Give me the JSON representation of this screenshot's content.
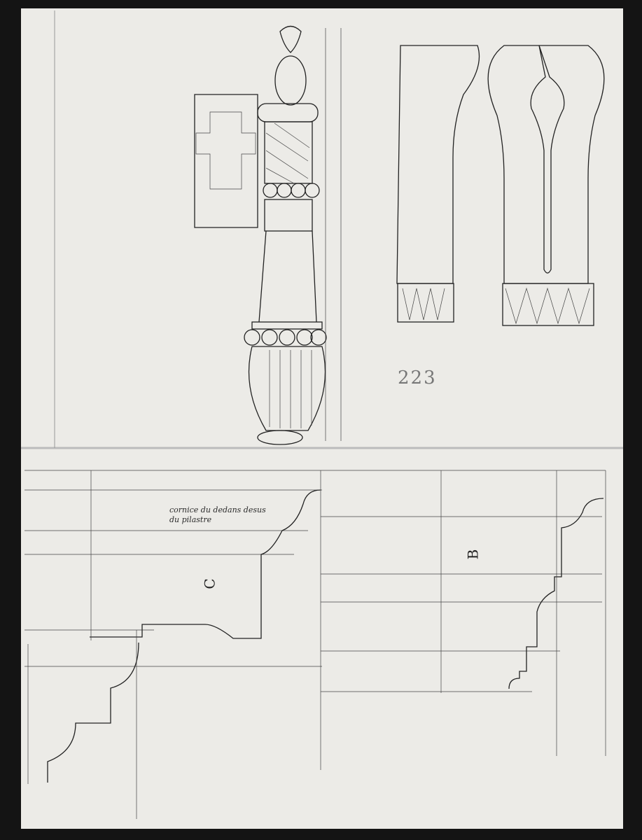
{
  "drawing": {
    "folio_number": "223",
    "annotation": "cornice du dedans desus du pilastre",
    "section_letters": [
      "C",
      "B"
    ],
    "colors": {
      "paper": "#ecebe7",
      "ink": "#222222",
      "border": "#141414"
    }
  }
}
